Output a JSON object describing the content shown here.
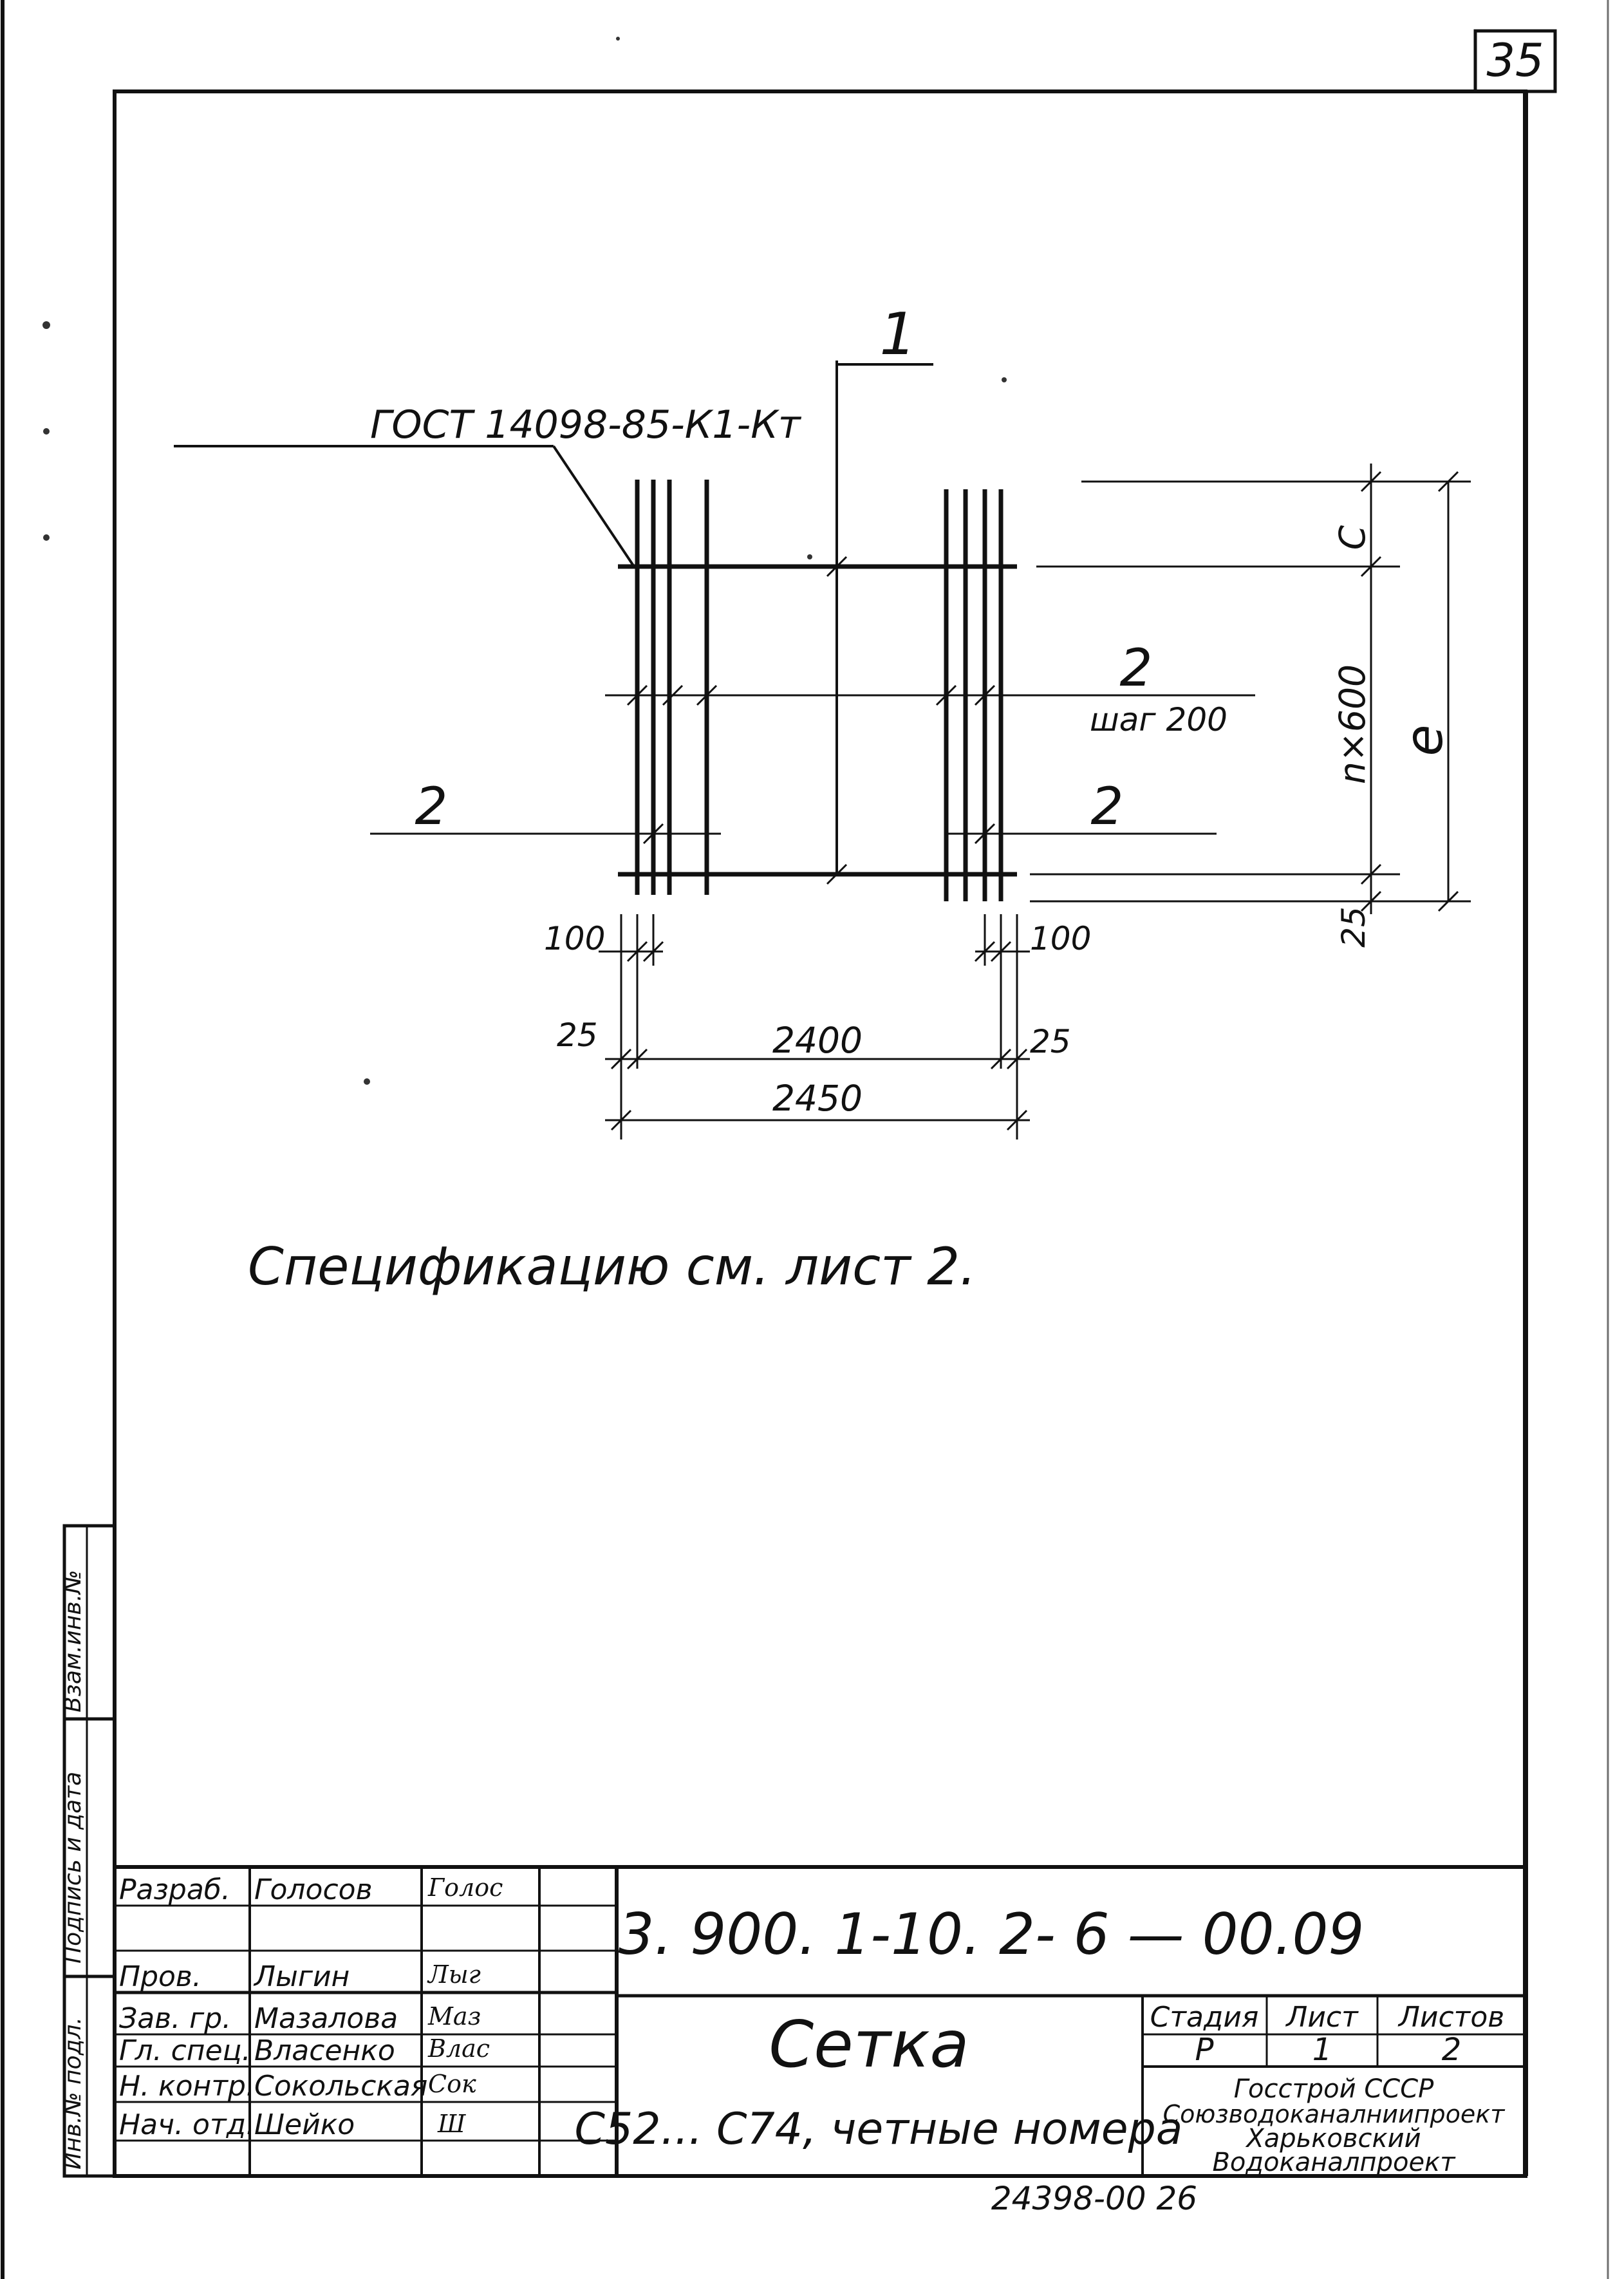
{
  "sheet_number": "35",
  "drawing": {
    "gost_label": "ГОСТ 14098-85-К1-Кт",
    "position_1": "1",
    "position_2_left": "2",
    "position_2_right": "2",
    "position_2_mid": "2",
    "step_label": "шаг 200",
    "dim_c": "С",
    "dim_n600": "n×600",
    "dim_e": "e",
    "dim_25_right": "25",
    "dim_100_left": "100",
    "dim_100_right": "100",
    "dim_25_left": "25",
    "dim_25_right_bottom": "25",
    "dim_2400": "2400",
    "dim_2450": "2450"
  },
  "note": "Спецификацию см. лист 2.",
  "side_stamp": {
    "inv_podl": "Инв.№ подл.",
    "podpis_data": "Подпись и дата",
    "vzam_inv": "Взам.инв.№"
  },
  "title_block": {
    "designation": "3. 900. 1-10. 2- 6 — 00.09",
    "title_main": "Сетка",
    "title_sub": "С52... С74, четные номера",
    "stage_header": "Стадия",
    "sheet_header": "Лист",
    "sheets_header": "Листов",
    "stage_value": "Р",
    "sheet_value": "1",
    "sheets_value": "2",
    "org_line1": "Госстрой СССР",
    "org_line2": "Союзводоканалниипроект",
    "org_line3": "Харьковский",
    "org_line4": "Водоканалпроект",
    "people": [
      {
        "role": "Разраб.",
        "name": "Голосов",
        "sign": "Голос"
      },
      {
        "role": "Пров.",
        "name": "Лыгин",
        "sign": "Лыг"
      },
      {
        "role": "Зав. гр.",
        "name": "Мазалова",
        "sign": "Маз"
      },
      {
        "role": "Гл. спец.",
        "name": "Власенко",
        "sign": "Влас"
      },
      {
        "role": "Н. контр.",
        "name": "Сокольская",
        "sign": "Сок"
      },
      {
        "role": "Нач. отд.",
        "name": "Шейко",
        "sign": "Ш"
      }
    ]
  },
  "archive_number": "24398-00 26"
}
